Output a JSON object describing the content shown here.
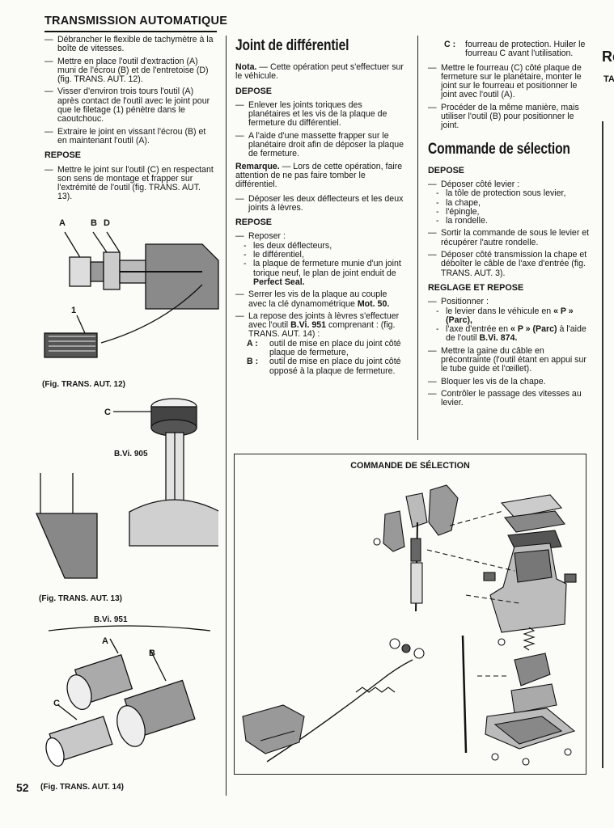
{
  "header": {
    "title": "TRANSMISSION AUTOMATIQUE"
  },
  "col1": {
    "items": [
      "Débrancher le flexible de tachymètre à la boîte de vitesses.",
      "Mettre en place l'outil d'extraction (A) muni de l'écrou (B) et de l'entretoise (D) (fig. TRANS. AUT. 12).",
      "Visser d'environ trois tours l'outil (A) après contact de l'outil avec le joint pour que le filetage (1) pénètre dans le caoutchouc.",
      "Extraire le joint en vissant l'écrou (B) et en maintenant l'outil (A)."
    ],
    "repose_heading": "REPOSE",
    "repose_items": [
      "Mettre le joint sur l'outil (C) en respectant son sens de montage et frapper sur l'extrémité de l'outil (fig. TRANS. AUT. 13)."
    ]
  },
  "figures": {
    "fig12": {
      "caption": "(Fig. TRANS. AUT. 12)",
      "labels": [
        "A",
        "B",
        "D",
        "1"
      ]
    },
    "fig13": {
      "caption": "(Fig. TRANS. AUT. 13)",
      "labels": [
        "C",
        "B.Vi. 905"
      ]
    },
    "fig14": {
      "caption": "(Fig. TRANS. AUT. 14)",
      "title": "B.Vi. 951",
      "labels": [
        "A",
        "B",
        "C"
      ]
    }
  },
  "col2": {
    "title": "Joint de différentiel",
    "note_label": "Nota.",
    "note_text": " — Cette opération peut s'effectuer sur le véhicule.",
    "depose_heading": "DEPOSE",
    "depose_items": [
      "Enlever les joints toriques des planétaires et les vis de la plaque de fermeture du différentiel.",
      "A l'aide d'une massette frapper sur le planétaire droit afin de déposer la plaque de fermeture."
    ],
    "remark_label": "Remarque.",
    "remark_text": " — Lors de cette opération, faire attention de ne pas faire tomber le différentiel.",
    "depose_items_2": [
      "Déposer les deux déflecteurs et les deux joints à lèvres."
    ],
    "repose_heading": "REPOSE",
    "reposer_intro": "Reposer :",
    "reposer_subs": [
      "les deux déflecteurs,",
      "le différentiel,",
      "la plaque de fermeture munie d'un joint torique neuf, le plan de joint enduit de "
    ],
    "perfect_seal": "Perfect Seal.",
    "serrer_text": "Serrer les vis de la plaque au couple avec la clé dynamométrique ",
    "serrer_tool": "Mot. 50.",
    "joints_text_1": "La repose des joints à lèvres s'effectuer avec l'outil ",
    "joints_tool": "B.Vi. 951",
    "joints_text_2": " comprenant : (fig. TRANS. AUT. 14) :",
    "tool_a_label": "A :",
    "tool_a_text": "outil de mise en place du joint côté plaque de fermeture,",
    "tool_b_label": "B :",
    "tool_b_text": "outil de mise en place du joint côté opposé à la plaque de fermeture."
  },
  "col3": {
    "c_label": "C :",
    "c_text": "fourreau de protection. Huiler le fourreau C avant l'utilisation.",
    "items_top": [
      "Mettre le fourreau (C) côté plaque de fermeture sur le planétaire, monter le joint sur le fourreau et positionner le joint avec l'outil (A).",
      "Procéder de la même manière, mais utiliser l'outil (B) pour positionner le joint."
    ],
    "title": "Commande de sélection",
    "depose_heading": "DEPOSE",
    "depose_intro": "Déposer côté levier :",
    "depose_subs": [
      "la tôle de protection sous levier,",
      "la chape,",
      "l'épingle,",
      "la rondelle."
    ],
    "depose_items": [
      "Sortir la commande de sous le levier et récupérer l'autre rondelle.",
      "Déposer côté transmission la chape et déboîter le câble de l'axe d'entrée (fig. TRANS. AUT. 3)."
    ],
    "reglage_heading": "REGLAGE ET REPOSE",
    "positionner_intro": "Positionner :",
    "pos_sub1_text": "le levier dans le véhicule en ",
    "pos_sub1_bold": "« P » (Parc),",
    "pos_sub2_text": "l'axe d'entrée en ",
    "pos_sub2_bold": "« P » (Parc)",
    "pos_sub2_text2": " à l'aide de l'outil ",
    "pos_sub2_tool": "B.Vi. 874.",
    "items_end": [
      "Mettre la gaine du câble en précontrainte (l'outil étant en appui sur le tube guide et l'œillet).",
      "Bloquer les vis de la chape.",
      "Contrôler le passage des vitesses au levier."
    ]
  },
  "diagram": {
    "title": "COMMANDE DE SÉLECTION"
  },
  "page_number": "52",
  "margin_right": {
    "fragments": [
      "Re",
      "TA"
    ]
  }
}
